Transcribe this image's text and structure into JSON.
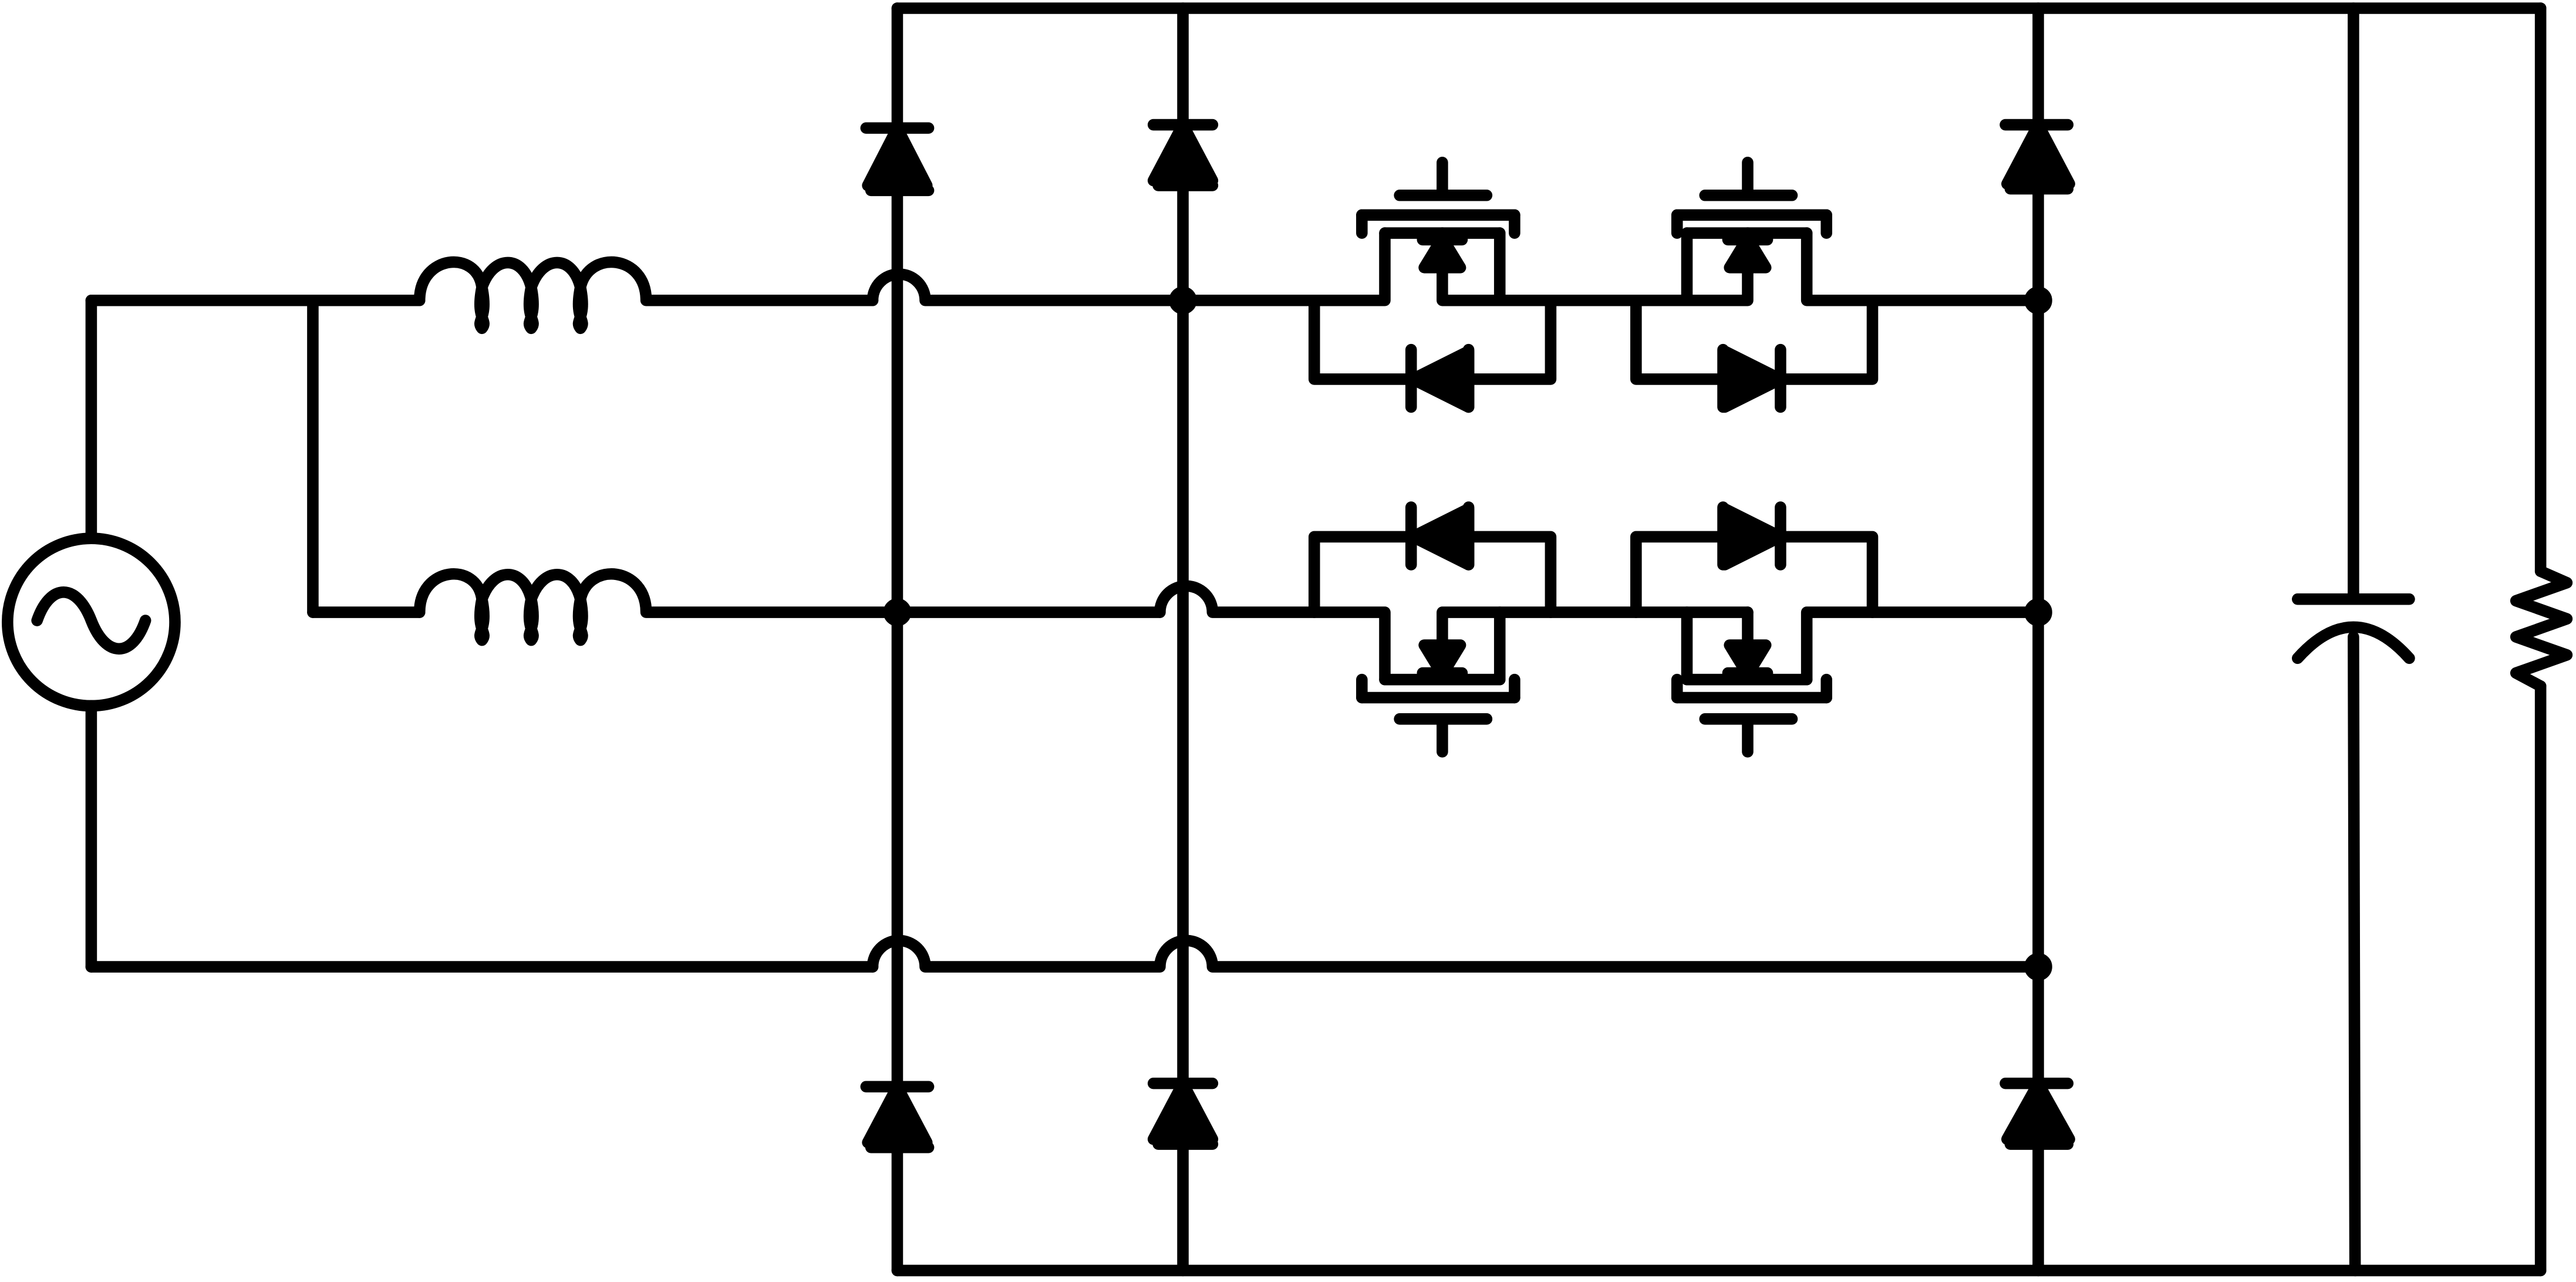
{
  "diagram": {
    "type": "circuit-schematic",
    "colors": {
      "background": "#ffffff",
      "wire": "#000000"
    },
    "components": [
      {
        "id": "ac-source",
        "kind": "ac-voltage-source"
      },
      {
        "id": "inductor-upper",
        "kind": "inductor"
      },
      {
        "id": "inductor-lower",
        "kind": "inductor"
      },
      {
        "id": "diode-left-top",
        "kind": "diode"
      },
      {
        "id": "diode-mid-top",
        "kind": "diode"
      },
      {
        "id": "diode-right-top",
        "kind": "diode"
      },
      {
        "id": "diode-left-bottom",
        "kind": "diode"
      },
      {
        "id": "diode-mid-bottom",
        "kind": "diode"
      },
      {
        "id": "diode-right-bottom",
        "kind": "diode"
      },
      {
        "id": "mosfet-1",
        "kind": "mosfet-with-antiparallel-diode"
      },
      {
        "id": "mosfet-2",
        "kind": "mosfet-with-antiparallel-diode"
      },
      {
        "id": "mosfet-3",
        "kind": "mosfet-with-antiparallel-diode"
      },
      {
        "id": "mosfet-4",
        "kind": "mosfet-with-antiparallel-diode"
      },
      {
        "id": "output-capacitor",
        "kind": "polarized-capacitor"
      },
      {
        "id": "load-resistor",
        "kind": "resistor"
      }
    ]
  }
}
